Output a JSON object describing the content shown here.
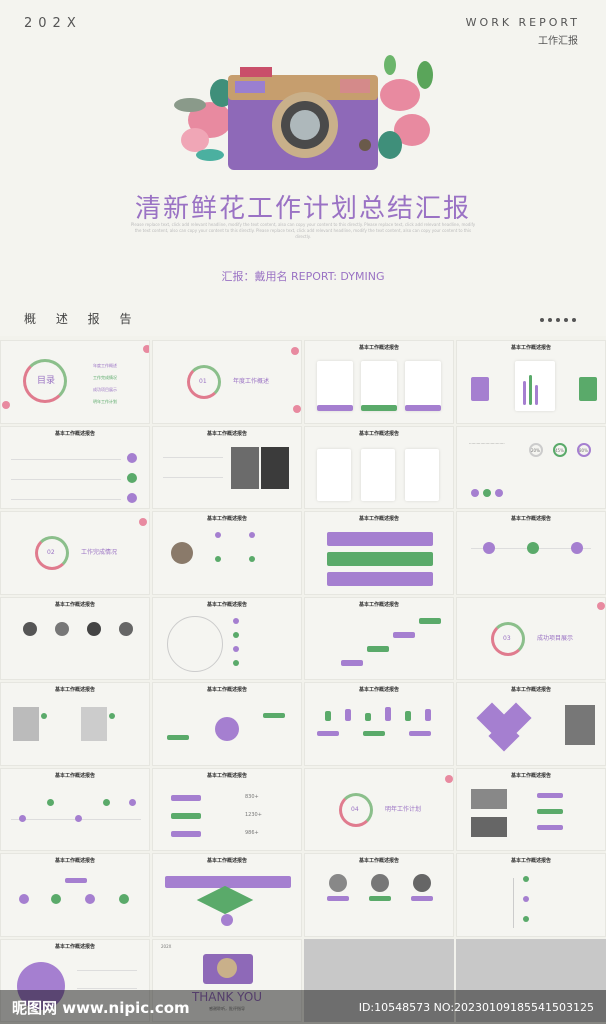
{
  "cover": {
    "year": "202X",
    "work_report": "WORK REPORT",
    "work_report_cn": "工作汇报",
    "title": "清新鲜花工作计划总结汇报",
    "subtitle": "Please replace text, click add relevant headline, modify the text content, also can copy your content to this directly. Please replace text, click add relevant headline, modify the text content, also can copy your content to this directly. Please replace text, click add relevant headline, modify the text content, also can copy your content to this directly.",
    "reporter": "汇报：戴用名  REPORT: DYMING"
  },
  "overview_label": "概 述 报 告",
  "slide_title": "基本工作概述报告",
  "toc": {
    "title": "目录",
    "items": [
      "年度工作概述",
      "工作完成情况",
      "成功项目展示",
      "明年工作计划"
    ]
  },
  "sections": [
    {
      "num": "01",
      "label": "年度工作概述"
    },
    {
      "num": "02",
      "label": "工作完成情况"
    },
    {
      "num": "03",
      "label": "成功项目展示"
    },
    {
      "num": "04",
      "label": "明年工作计划"
    }
  ],
  "numbers": [
    "830+",
    "1230+",
    "986+"
  ],
  "percents": [
    "20%",
    "45%",
    "80%"
  ],
  "thanks": {
    "title": "THANK YOU",
    "sub": "感谢聆听，批评指导"
  },
  "watermark": {
    "logo": "昵图网 www.nipic.com",
    "id": "ID:10548573 NO:20230109185541503125"
  }
}
